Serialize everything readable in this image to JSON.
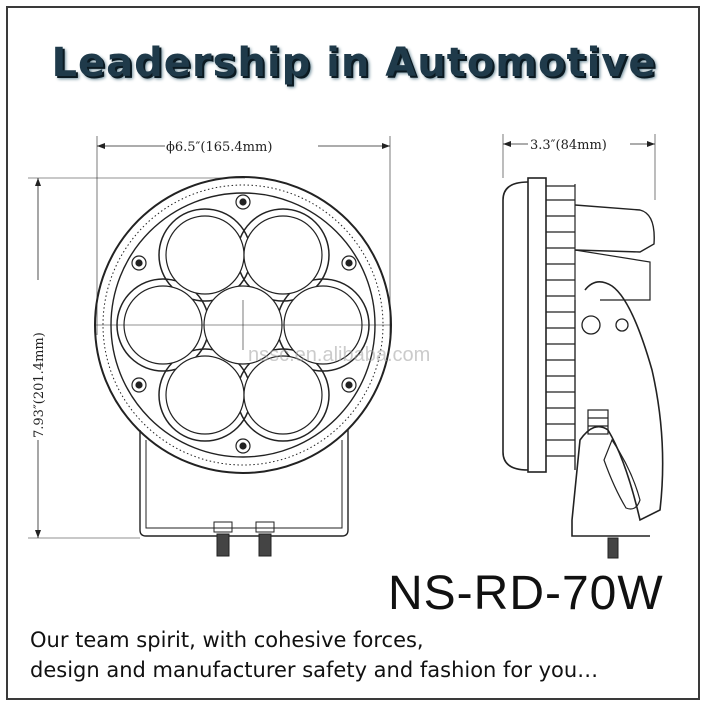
{
  "headline": "Leadership in Automotive",
  "dimensions": {
    "front_width": "ϕ6.5″(165.4mm)",
    "front_height": "7.93″(201.4mm)",
    "side_depth": "3.3″(84mm)"
  },
  "watermark": "nssc.en.alibaba.com",
  "model": "NS-RD-70W",
  "tagline": {
    "line1": "Our  team spirit, with cohesive forces,",
    "line2": "design and manufacturer safety and fashion for you…"
  },
  "colors": {
    "headline": "#1f3a4a",
    "line": "#222222",
    "frame": "#3a3a3a"
  }
}
